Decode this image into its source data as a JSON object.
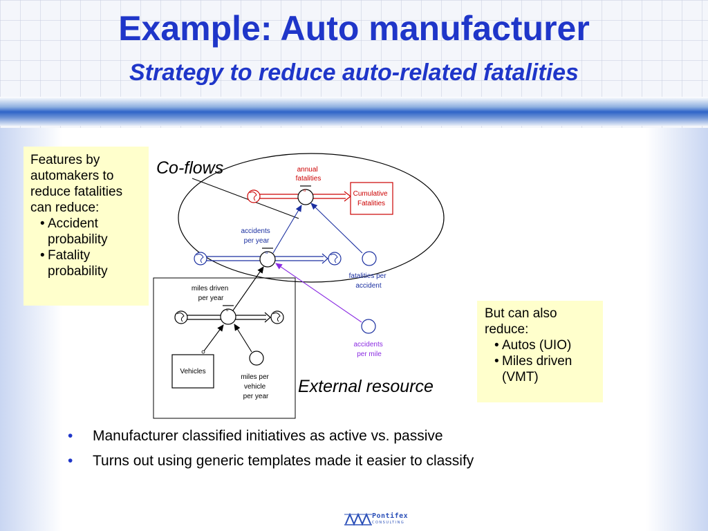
{
  "slide": {
    "title": "Example: Auto manufacturer",
    "subtitle": "Strategy to reduce auto-related fatalities"
  },
  "left_note": {
    "intro": "Features by automakers to reduce fatalities can reduce:",
    "items": [
      "Accident probability",
      "Fatality probability"
    ]
  },
  "right_note": {
    "intro": "But can also reduce:",
    "items": [
      "Autos (UIO)",
      "Miles driven (VMT)"
    ]
  },
  "labels": {
    "co_flows": "Co-flows",
    "external_resource": "External resource"
  },
  "diagram": {
    "annual_fatalities": [
      "annual",
      "fatalities"
    ],
    "cumulative_fatalities": [
      "Cumulative",
      "Fatalities"
    ],
    "accidents_per_year": [
      "accidents",
      "per year"
    ],
    "fatalities_per_accident": [
      "fatalities per",
      "accident"
    ],
    "accidents_per_mile": [
      "accidents",
      "per mile"
    ],
    "miles_driven_per_year": [
      "miles driven",
      "per year"
    ],
    "vehicles": "Vehicles",
    "miles_per_vehicle_per_year": [
      "miles per",
      "vehicle",
      "per year"
    ],
    "uo_mark": "u",
    "colors": {
      "red": "#cc0000",
      "blue": "#1a2fa0",
      "purple": "#8a2be2",
      "black": "#000000"
    }
  },
  "bullets": [
    "Manufacturer classified initiatives as active vs. passive",
    "Turns out using generic templates made it easier to classify"
  ],
  "logo": {
    "name": "Pontifex",
    "sub": "CONSULTING"
  }
}
